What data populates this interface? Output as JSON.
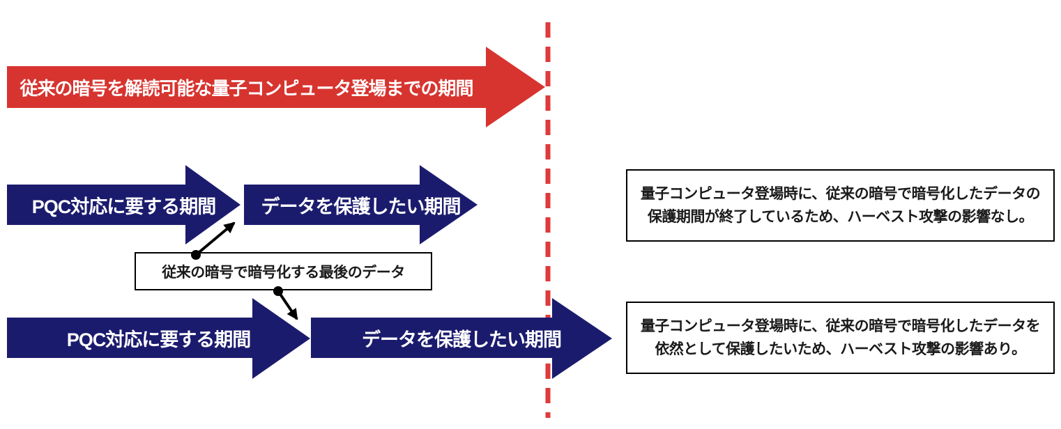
{
  "colors": {
    "red": "#D7342F",
    "dash_red": "#DF3A3A",
    "navy": "#1B1B6E",
    "arrow_text": "#FFFFFF",
    "text_dark": "#1A1A1A",
    "box_border": "#000000"
  },
  "quantum_arrow": {
    "label": "従来の暗号を解読可能な量子コンピュータ登場までの期間"
  },
  "scenario_safe": {
    "pqc_arrow_label": "PQC対応に要する期間",
    "protect_arrow_label": "データを保護したい期間",
    "note_line1": "量子コンピュータ登場時に、従来の暗号で暗号化したデータの",
    "note_line2": "保護期間が終了しているため、ハーベスト攻撃の影響なし。"
  },
  "scenario_risk": {
    "pqc_arrow_label": "PQC対応に要する期間",
    "protect_arrow_label": "データを保護したい期間",
    "note_line1": "量子コンピュータ登場時に、従来の暗号で暗号化したデータを",
    "note_line2": "依然として保護したいため、ハーベスト攻撃の影響あり。"
  },
  "callout": {
    "label": "従来の暗号で暗号化する最後のデータ"
  }
}
